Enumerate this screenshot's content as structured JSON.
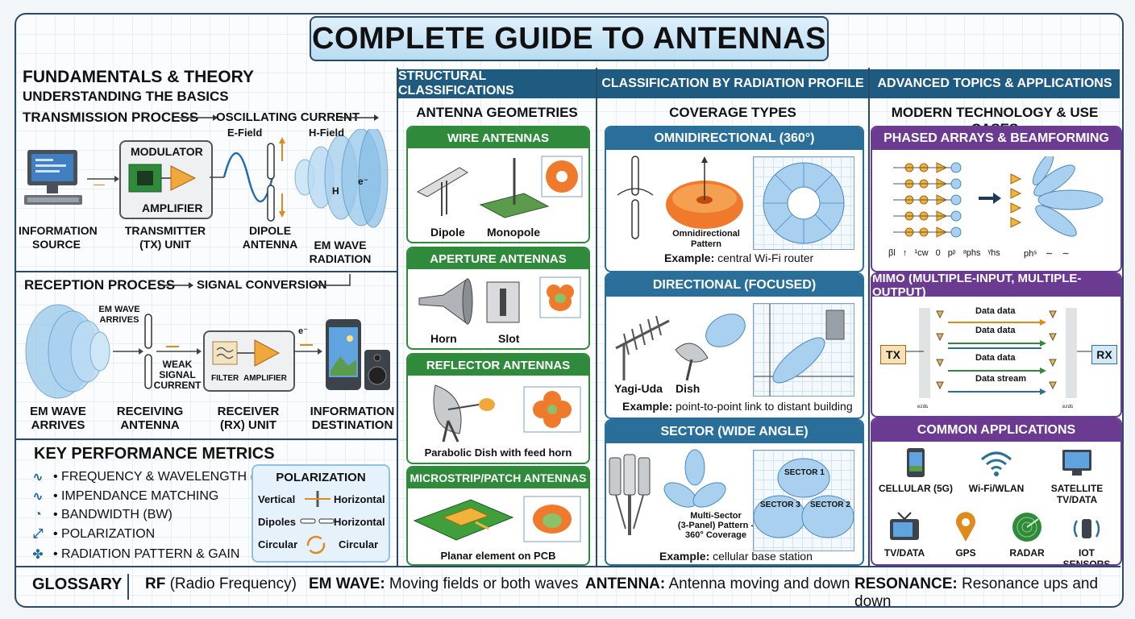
{
  "title": "COMPLETE GUIDE TO ANTENNAS",
  "fundamentals": {
    "heading": "FUNDAMENTALS & THEORY",
    "subheading": "UNDERSTANDING THE BASICS",
    "transmission": {
      "title": "TRANSMISSION PROCESS",
      "oscillating": "OSCILLATING CURRENT",
      "modulator": "MODULATOR",
      "amplifier": "AMPLIFIER",
      "e_field": "E-Field",
      "h_field": "H-Field",
      "h": "H",
      "e_minus": "e⁻",
      "info_source": [
        "INFORMATION",
        "SOURCE"
      ],
      "tx_unit": [
        "TRANSMITTER",
        "(TX) UNIT"
      ],
      "dipole": [
        "DIPOLE",
        "ANTENNA"
      ],
      "em_wave": [
        "EM WAVE",
        "RADIATION"
      ]
    },
    "reception": {
      "title": "RECEPTION PROCESS",
      "signal_conversion": "SIGNAL CONVERSION",
      "em_arrives_top": [
        "EM WAVE",
        "ARRIVES"
      ],
      "weak_signal": [
        "WEAK",
        "SIGNAL",
        "CURRENT"
      ],
      "filter": "FILTER",
      "amplifier": "AMPLIFIER",
      "e_minus": "e⁻",
      "em_arrives": [
        "EM WAVE",
        "ARRIVES"
      ],
      "receiving": [
        "RECEIVING",
        "ANTENNA"
      ],
      "rx_unit": [
        "RECEIVER",
        "(RX) UNIT"
      ],
      "destination": [
        "INFORMATION",
        "DESTINATION"
      ]
    }
  },
  "metrics": {
    "heading": "KEY PERFORMANCE METRICS",
    "items": [
      {
        "icon": "sine-wave-icon",
        "glyph": "∿",
        "label": "• FREQUENCY & WAVELENGTH (λ)"
      },
      {
        "icon": "sine-wave-icon",
        "glyph": "∿",
        "label": "• IMPENDANCE MATCHING"
      },
      {
        "icon": "gauge-icon",
        "glyph": "◔",
        "label": "• BANDWIDTH (BW)"
      },
      {
        "icon": "diagonal-arrows-icon",
        "glyph": "⤢",
        "label": "• POLARIZATION"
      },
      {
        "icon": "radiation-lobe-icon",
        "glyph": "✤",
        "label": "• RADIATION PATTERN & GAIN"
      }
    ],
    "polarization": {
      "title": "POLARIZATION",
      "rows": [
        {
          "left": "Vertical",
          "right": "Horizontal"
        },
        {
          "left": "Dipoles",
          "right": "Horizontal"
        },
        {
          "left": "Circular",
          "right": "Circular"
        }
      ]
    }
  },
  "structural": {
    "header": "STRUCTURAL CLASSIFICATIONS",
    "subheader": "ANTENNA GEOMETRIES",
    "wire": {
      "title": "WIRE ANTENNAS",
      "labels": [
        "Dipole",
        "Monopole"
      ]
    },
    "aperture": {
      "title": "APERTURE ANTENNAS",
      "labels": [
        "Horn",
        "Slot"
      ]
    },
    "reflector": {
      "title": "REFLECTOR ANTENNAS",
      "caption": "Parabolic Dish with feed horn"
    },
    "microstrip": {
      "title": "MICROSTRIP/PATCH ANTENNAS",
      "caption": "Planar element on PCB"
    }
  },
  "radiation": {
    "header": "CLASSIFICATION BY RADIATION PROFILE",
    "subheader": "COVERAGE TYPES",
    "omni": {
      "title": "OMNIDIRECTIONAL (360°)",
      "pattern": [
        "Omnidirectional",
        "Pattern"
      ],
      "ex_label": "Example:",
      "ex_text": " central Wi-Fi router"
    },
    "directional": {
      "title": "DIRECTIONAL (FOCUSED)",
      "labels": [
        "Yagi-Uda",
        "Dish"
      ],
      "ex_label": "Example:",
      "ex_text": " point-to-point link to distant building"
    },
    "sector": {
      "title": "SECTOR (WIDE ANGLE)",
      "pattern": [
        "Multi-Sector",
        "(3-Panel) Pattern -",
        "360° Coverage"
      ],
      "sectors": [
        "SECTOR 1",
        "SECTOR 3",
        "SECTOR 2"
      ],
      "ex_label": "Example:",
      "ex_text": " cellular base station"
    }
  },
  "advanced": {
    "header": "ADVANCED TOPICS & APPLICATIONS",
    "subheader": "MODERN TECHNOLOGY & USE CASES",
    "phased": {
      "title": "PHASED ARRAYS & BEAMFORMING",
      "axis_left": [
        "βl",
        "↑ ¹cw",
        "0",
        "pᶳ",
        "ᵃphs",
        "ᵞhs"
      ],
      "axis_right": [
        "phˢ",
        "∼ ∼"
      ]
    },
    "mimo": {
      "title": "MIMO (MULTIPLE-INPUT, MULTIPLE-OUTPUT)",
      "tx": "TX",
      "rx": "RX",
      "streams": [
        "Data data",
        "Data data",
        "Data data",
        "Data stream"
      ],
      "foot_left": "ᵉᶻᵈˢ",
      "foot_right": "ᵉᶻᵈˢ"
    },
    "apps": {
      "title": "COMMON APPLICATIONS",
      "items": [
        {
          "icon": "smartphone-icon",
          "label": [
            "CELLULAR (5G)"
          ]
        },
        {
          "icon": "wifi-icon",
          "label": [
            "Wi-Fi/WLAN"
          ]
        },
        {
          "icon": "satellite-tv-icon",
          "label": [
            "SATELLITE",
            "TV/DATA"
          ]
        },
        {
          "icon": "tv-icon",
          "label": [
            "TV/DATA"
          ]
        },
        {
          "icon": "gps-pin-icon",
          "label": [
            "GPS"
          ]
        },
        {
          "icon": "radar-icon",
          "label": [
            "RADAR"
          ]
        },
        {
          "icon": "iot-sensor-icon",
          "label": [
            "IOT SENSORS"
          ]
        }
      ]
    }
  },
  "glossary": {
    "title": "GLOSSARY",
    "items": [
      {
        "term": "RF",
        "def": " (Radio Frequency)"
      },
      {
        "term": "EM WAVE:",
        "def": " Moving fields or both waves"
      },
      {
        "term": "ANTENNA:",
        "def": " Antenna moving and down"
      },
      {
        "term": "RESONANCE:",
        "def": " Resonance ups and down"
      }
    ]
  },
  "colors": {
    "navy": "#1f5a80",
    "green": "#2f8b3b",
    "blue": "#2a6f99",
    "purple": "#6b3a91",
    "orange": "#e08a1e"
  }
}
